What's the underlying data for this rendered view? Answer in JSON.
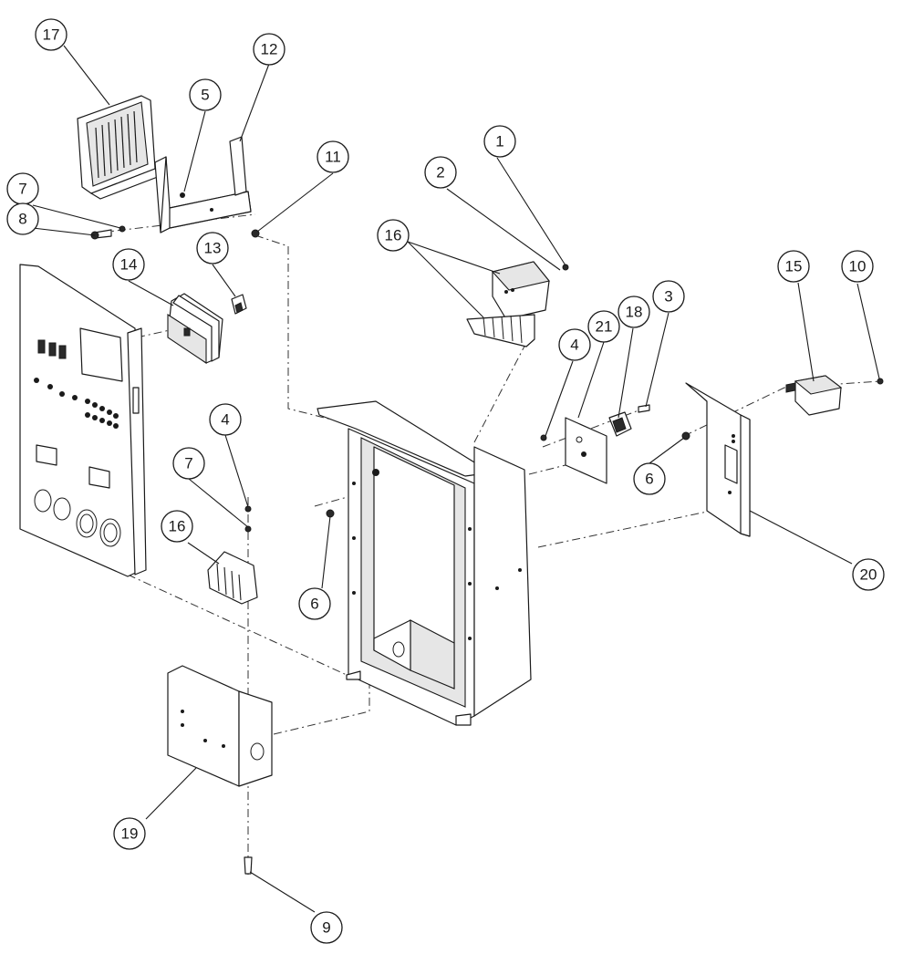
{
  "diagram": {
    "callouts": [
      "1",
      "2",
      "3",
      "4",
      "4",
      "5",
      "6",
      "6",
      "7",
      "7",
      "8",
      "9",
      "10",
      "11",
      "12",
      "13",
      "14",
      "15",
      "16",
      "16",
      "17",
      "18",
      "19",
      "20",
      "21"
    ]
  }
}
